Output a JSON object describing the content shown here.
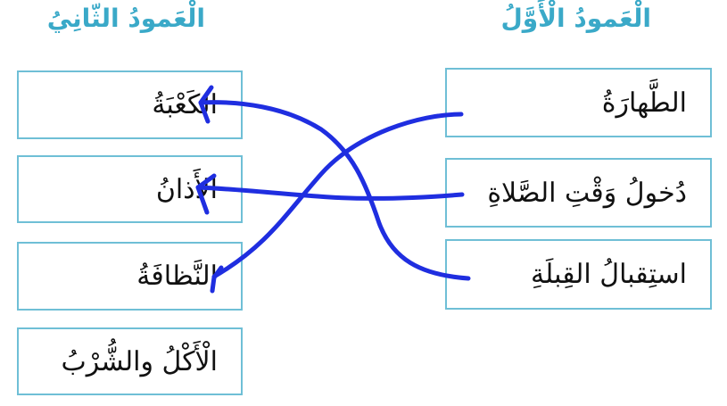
{
  "headers": {
    "first_column": "الْعَمودُ الْأَوَّلُ",
    "second_column": "الْعَمودُ الثّانِيُ"
  },
  "first_column_items": [
    "الطَّهارَةُ",
    "دُخولُ وَقْتِ الصَّلاةِ",
    "استِقبالُ القِبلَةِ"
  ],
  "second_column_items": [
    "الكَعْبَةُ",
    "الأَذانُ",
    "النَّظافَةُ",
    "الْأَكْلُ والشُّرْبُ"
  ],
  "line_color": "#1f2ee0",
  "header_color": "#3aa9c8",
  "card_border_color": "#6fbfd6"
}
